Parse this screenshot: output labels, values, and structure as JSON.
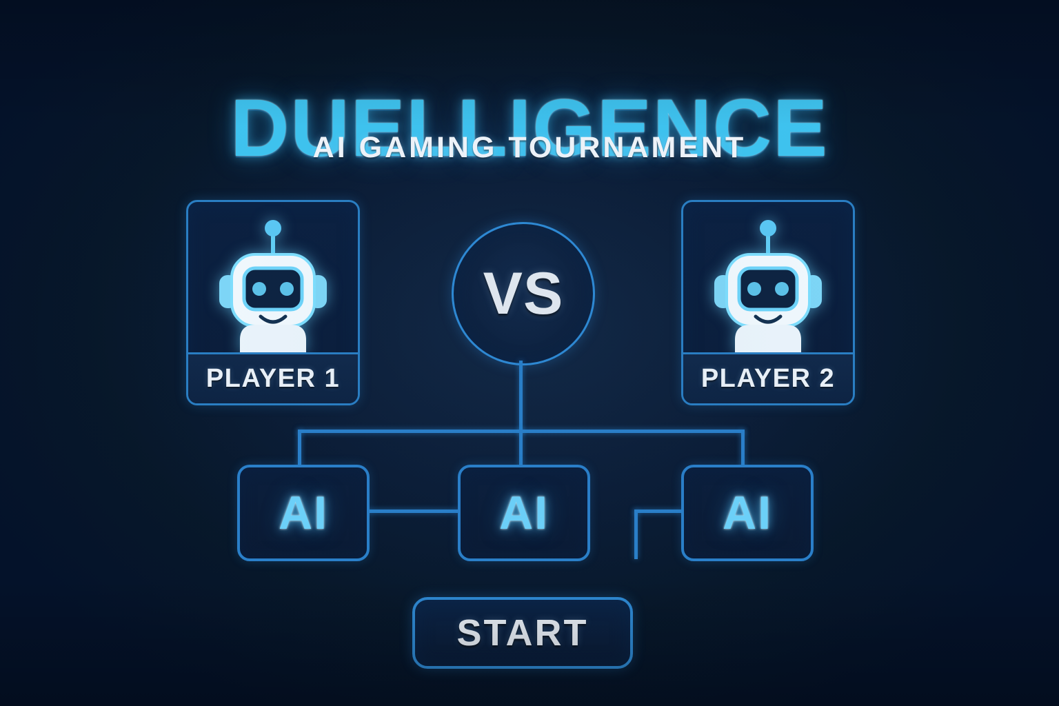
{
  "app": {
    "title": "DUELLIGENCE",
    "subtitle": "AI GAMING TOURNAMENT",
    "background_color": "#04122a",
    "accent_color": "#2a80ca",
    "title_color": "#3fc4f0",
    "text_color": "#eef4fb"
  },
  "players": [
    {
      "id": "player1",
      "label": "PLAYER 1",
      "avatar_icon": "robot-icon"
    },
    {
      "id": "player2",
      "label": "PLAYER 2",
      "avatar_icon": "robot-icon"
    }
  ],
  "versus": {
    "label": "VS"
  },
  "ai_nodes": [
    {
      "id": "ai-1",
      "label": "AI"
    },
    {
      "id": "ai-2",
      "label": "AI"
    },
    {
      "id": "ai-3",
      "label": "AI"
    }
  ],
  "actions": {
    "start_label": "START"
  }
}
